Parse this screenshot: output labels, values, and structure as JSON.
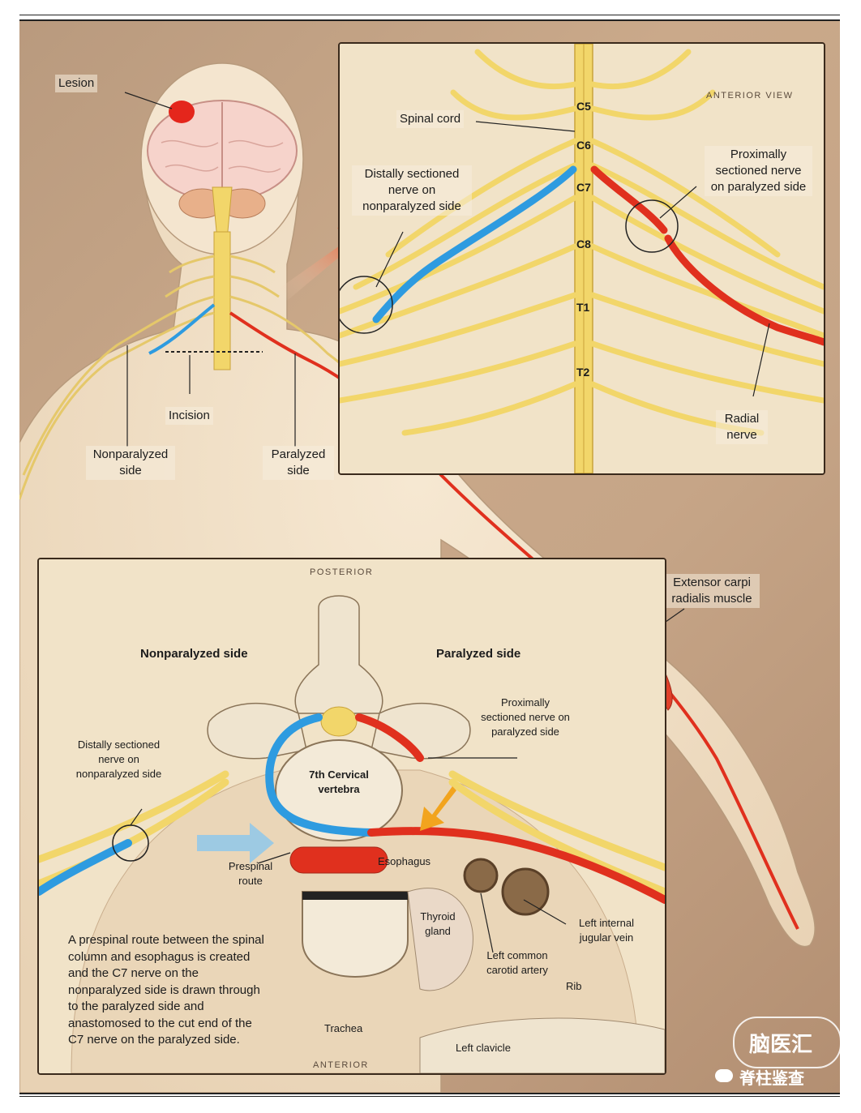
{
  "top_labels": {
    "lesion": "Lesion",
    "incision": "Incision",
    "nonparalyzed_side": "Nonparalyzed side",
    "paralyzed_side": "Paralyzed side",
    "extensor": "Extensor carpi radialis muscle"
  },
  "inset_top": {
    "header": "ANTERIOR VIEW",
    "spinal_cord": "Spinal cord",
    "distal_nerve": "Distally sectioned nerve on nonparalyzed side",
    "proximal_nerve": "Proximally sectioned nerve on paralyzed side",
    "radial_nerve": "Radial nerve",
    "levels": [
      "C5",
      "C6",
      "C7",
      "C8",
      "T1",
      "T2"
    ]
  },
  "inset_bottom": {
    "posterior": "POSTERIOR",
    "anterior": "ANTERIOR",
    "nonparalyzed_side": "Nonparalyzed side",
    "paralyzed_side": "Paralyzed side",
    "proximal_nerve": "Proximally sectioned nerve on paralyzed side",
    "distal_nerve": "Distally sectioned nerve on nonparalyzed side",
    "vertebra": "7th Cervical vertebra",
    "prespinal_route": "Prespinal route",
    "esophagus": "Esophagus",
    "thyroid": "Thyroid gland",
    "carotid": "Left common carotid artery",
    "jugular": "Left internal jugular vein",
    "rib": "Rib",
    "trachea": "Trachea",
    "clavicle": "Left clavicle",
    "description": "A prespinal route between the spinal column and esophagus is created and the C7 nerve on the nonparalyzed side is drawn through to the paralyzed side and anastomosed to the cut end of the C7 nerve on the paralyzed side."
  },
  "watermark": {
    "logo": "脑医汇",
    "channel": "脊柱鉴查"
  },
  "colors": {
    "nerve": "#f2d66a",
    "donor_nerve": "#2e9be0",
    "recipient_nerve": "#e0301e",
    "background": "#c6a587",
    "inset_fill": "#f1e3c8"
  }
}
